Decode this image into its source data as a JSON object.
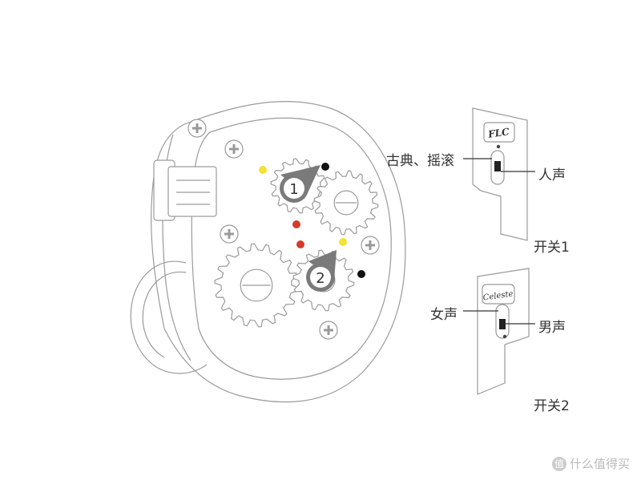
{
  "markers": {
    "gear1": "1",
    "gear2": "2"
  },
  "switch1": {
    "brand": "FLC",
    "left_label": "古典、摇滚",
    "right_label": "人声",
    "caption": "开关1"
  },
  "switch2": {
    "brand": "Celeste",
    "left_label": "女声",
    "right_label": "男声",
    "caption": "开关2"
  },
  "watermark": {
    "badge": "值",
    "text": "什么值得买"
  },
  "colors": {
    "outline": "#9a9a9a",
    "marker_fill": "#7a7a7a",
    "dot_black": "#111111",
    "dot_yellow": "#f2e233",
    "dot_red": "#d63a2a"
  }
}
